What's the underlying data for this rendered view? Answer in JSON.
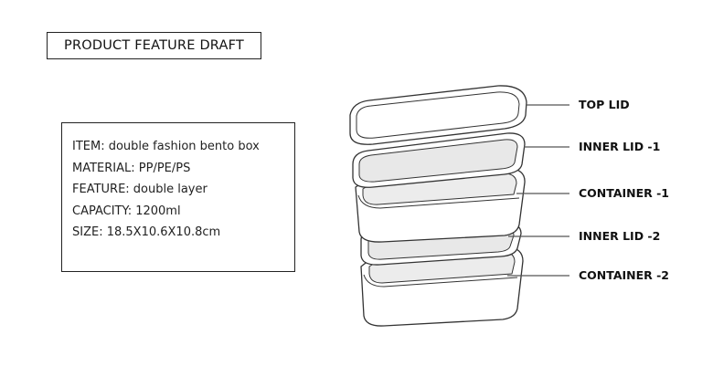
{
  "header": {
    "title": "PRODUCT FEATURE DRAFT"
  },
  "specs": {
    "item": "ITEM: double fashion bento box",
    "material": "MATERIAL: PP/PE/PS",
    "feature": "FEATURE: double layer",
    "capacity": "CAPACITY: 1200ml",
    "size": "SIZE: 18.5X10.6X10.8cm"
  },
  "parts": {
    "top_lid": "TOP LID",
    "inner_lid_1": "INNER LID -1",
    "container_1": "CONTAINER -1",
    "inner_lid_2": "INNER LID -2",
    "container_2": "CONTAINER -2"
  },
  "colors": {
    "line": "#333333",
    "fill": "#ffffff",
    "shade": "#ececec"
  }
}
